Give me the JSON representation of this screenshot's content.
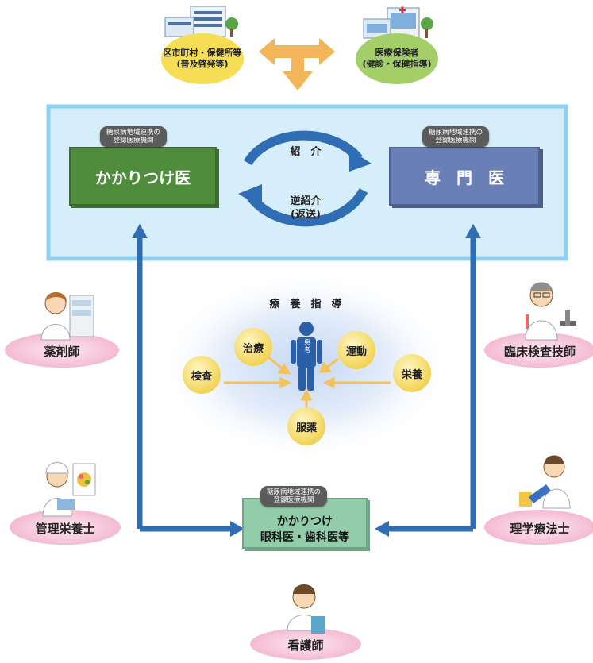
{
  "top": {
    "municipality": "区市町村・保健所等\n(普及啓発等)",
    "insurer": "医療保険者\n(健診・保健指導)"
  },
  "regional": {
    "tag_left": "糖尿病地域連携の\n登録医療機関",
    "tag_right": "糖尿病地域連携の\n登録医療機関",
    "family_doctor": "かかりつけ医",
    "specialist": "専　門　医",
    "referral": "紹　介",
    "reverse_referral": "逆紹介\n(返送)"
  },
  "center": {
    "title": "療　養　指　導",
    "patient": "患者",
    "items": {
      "exam": "検査",
      "treatment": "治療",
      "exercise": "運動",
      "nutrition": "栄養",
      "medication": "服薬"
    }
  },
  "bottom_box": {
    "tag": "糖尿病地域連携の\n登録医療機関",
    "line1": "かかりつけ",
    "line2": "眼科医・歯科医等"
  },
  "professionals": {
    "pharmacist": "薬剤師",
    "lab_tech": "臨床検査技師",
    "dietitian": "管理栄養士",
    "physio": "理学療法士",
    "nurse": "看護師"
  },
  "colors": {
    "green_box": "#4e8a3a",
    "blue_box": "#6579b0",
    "panel_bg": "#d6eef9",
    "panel_border": "#8fd0ef",
    "arrow_blue": "#2f6db5",
    "orange": "#f3b559",
    "yellow_circle": "#f7e05a",
    "green_circle": "#a6d16a",
    "pink": "#f6c4d8",
    "light_green_box": "#8fc8a3"
  }
}
